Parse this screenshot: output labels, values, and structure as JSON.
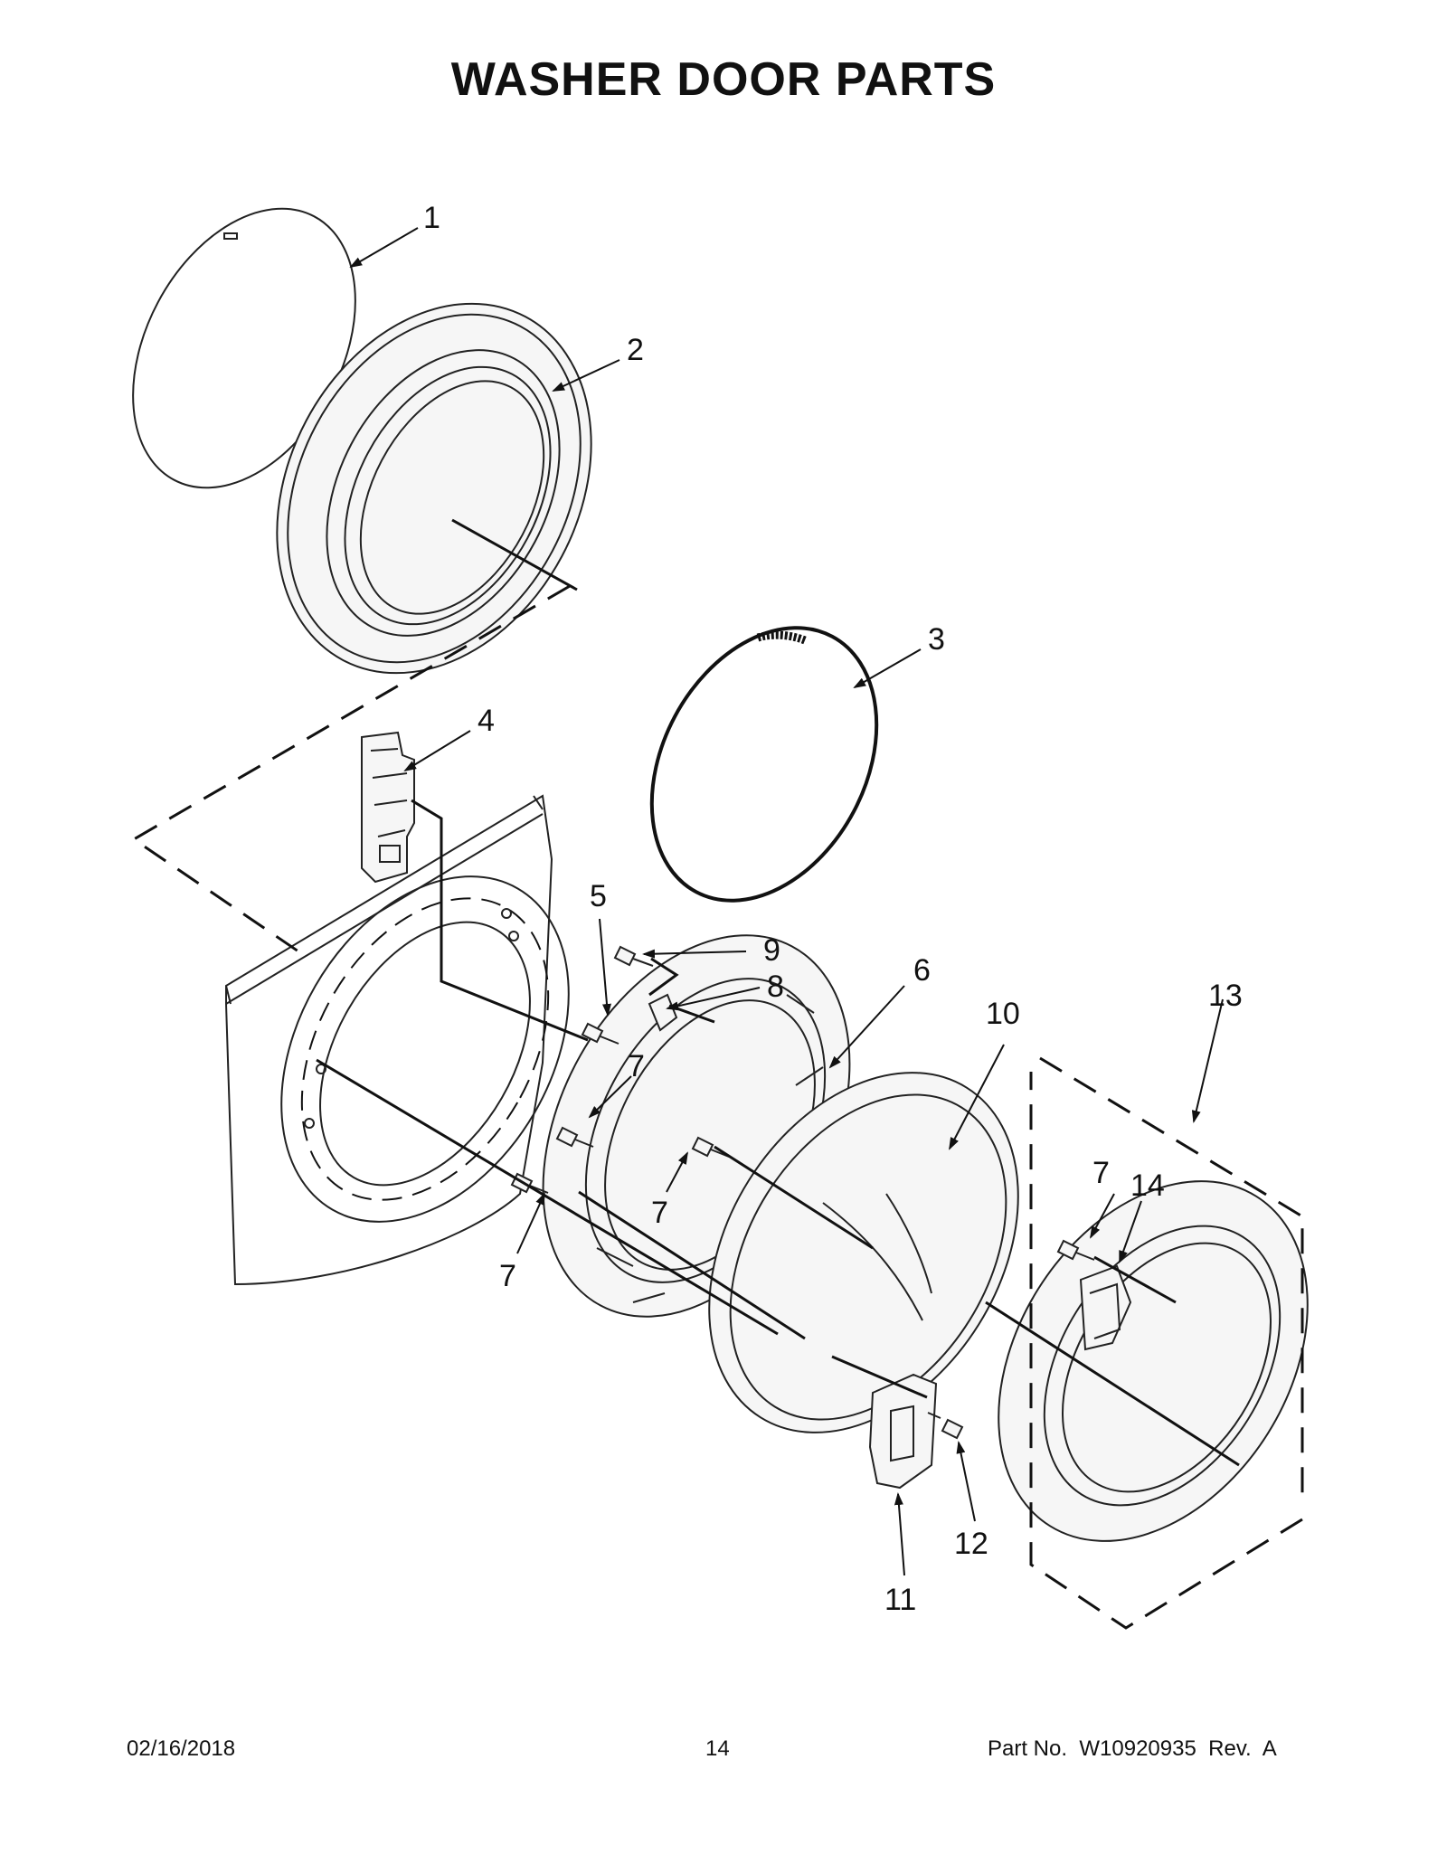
{
  "title": "WASHER DOOR PARTS",
  "callouts": [
    "1",
    "2",
    "3",
    "4",
    "5",
    "6",
    "7",
    "8",
    "9",
    "10",
    "11",
    "12",
    "13",
    "14"
  ],
  "footer": {
    "date": "02/16/2018",
    "page_number": "14",
    "part_no": "Part No.  W10920935  Rev.  A"
  }
}
